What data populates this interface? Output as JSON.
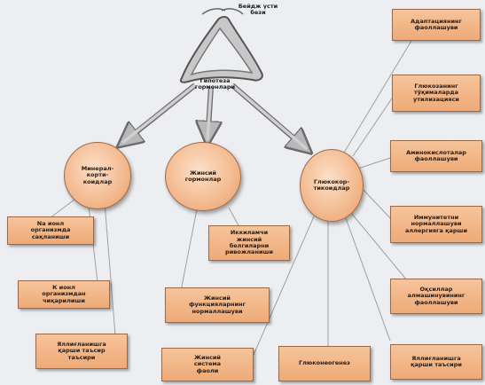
{
  "nodes": {
    "top_caption": "Бейдж үсти\nбези",
    "hub_caption": "Гипотеза\nгормонлари",
    "ellipse_left": "Минерал-\nкорти-\nкоидлар",
    "ellipse_mid": "Жинсий\nгормонлар",
    "ellipse_right": "Глюкокор-\nтикоидлар",
    "left_box_1": "Na ионл\nорганизмда\nсақланиши",
    "left_box_2": "К ионл\nорганизмдан\nчиқарилиши",
    "left_box_3": "Яллиғланишга\nқарши таъсир\nтаъсири",
    "mid_box_1": "Иккиламчи\nжинсий\nбелгиларни\nривожланиши",
    "mid_box_2": "Жинсий\nфункцияларнинг\nнормаллашуви",
    "bottom_box_1": "Жинсий\nсистема\nфаоли",
    "bottom_box_2": "Глюконеогенез",
    "bottom_box_3": "Яллиғланишга\nқарши таъсири",
    "right_box_1": "Адаптациянинг\nфаоллашуви",
    "right_box_2": "Глюкозанинг\nтўқималарда\nутилизацияси",
    "right_box_3": "Аминокислоталар\nфаоллашуви",
    "right_box_4": "Иммунитетни\nнормаллашуви\nаллергияга қарши",
    "right_box_5": "Оқсиллар\nалмашинувининг\nфаоллашуви"
  },
  "colors": {
    "box_fill": "#f1b488",
    "ellipse_fill": "#f3b98e",
    "arrow": "#a8a8a8",
    "connector": "#a0a0a0"
  }
}
